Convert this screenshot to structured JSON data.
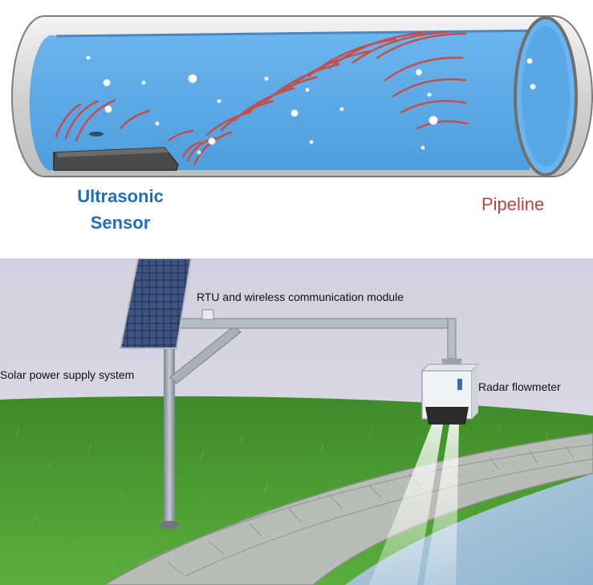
{
  "top_diagram": {
    "sensor_label": "Ultrasonic Sensor",
    "pipe_label": "Pipeline",
    "colors": {
      "water": "#5aa7e6",
      "wave": "#c0504d",
      "sensor_text": "#1f6fb8",
      "pipe_text": "#b3473f"
    }
  },
  "bottom_scene": {
    "rtu_label": "RTU and wireless communication module",
    "solar_label": "Solar power supply system",
    "radar_label": "Radar flowmeter",
    "colors": {
      "grass": "#4f9a35",
      "sky": "#d9d6e3",
      "water": "#a9c6db",
      "pole": "#9aa3ab"
    }
  }
}
